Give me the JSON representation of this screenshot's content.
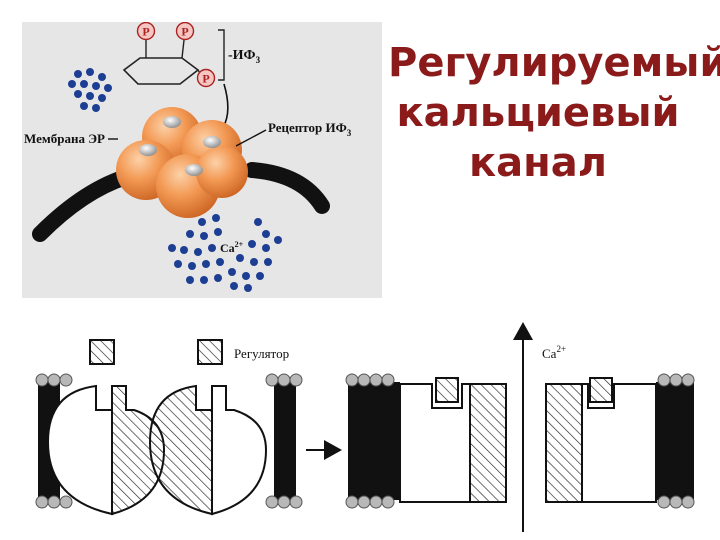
{
  "slide": {
    "title_lines": [
      "Регулируемый",
      "кальциевый",
      "канал"
    ],
    "colors": {
      "title": "#8b1a1a",
      "panel_bg": "#e6e6e6",
      "protein": "#f39a55",
      "ion": "#1c3f94"
    }
  },
  "top_figure": {
    "phosphate_symbol": "P",
    "ip3_label": "ИФ",
    "ip3_subscript": "3",
    "membrane_label": "Мембрана ЭР",
    "receptor_label": "Рецептор ИФ",
    "receptor_subscript": "3",
    "ion_label": "Са",
    "ion_charge": "2+"
  },
  "bottom_figure": {
    "regulator_label": "Регулятор",
    "ion_label": "Ca",
    "ion_charge": "2+"
  }
}
